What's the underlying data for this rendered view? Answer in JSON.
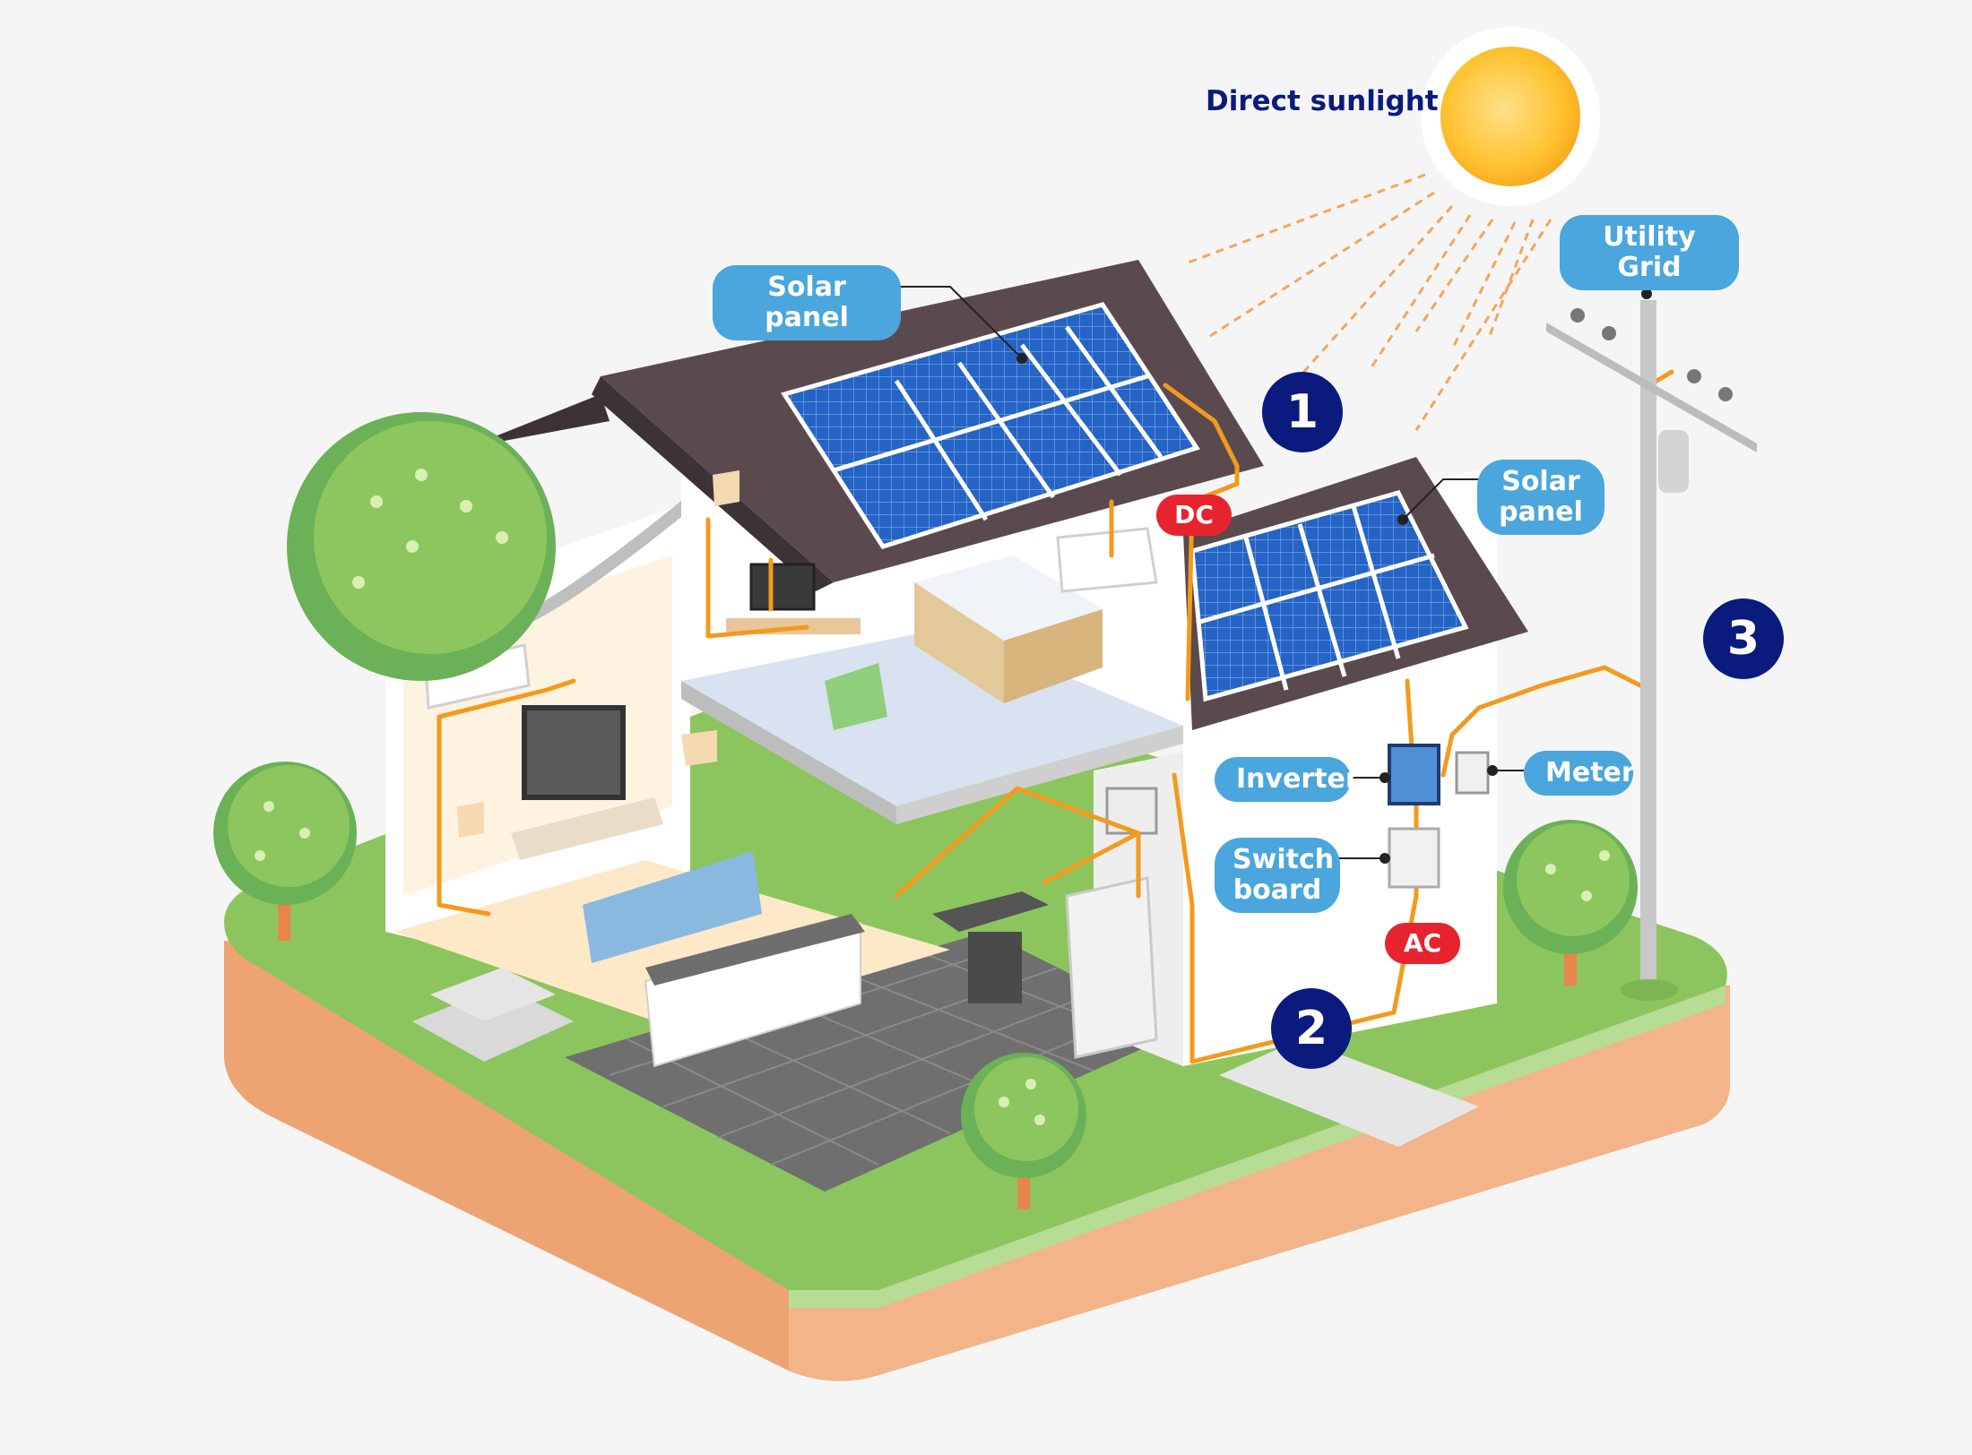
{
  "labels": {
    "direct_sunlight": "Direct sunlight",
    "solar_panel_main": "Solar panel",
    "solar_panel_second": "Solar\npanel",
    "utility_grid": "Utility Grid",
    "inverter": "Inverter",
    "meter": "Meter",
    "switch_board": "Switch\nboard",
    "dc": "DC",
    "ac": "AC"
  },
  "steps": [
    "1",
    "2",
    "3"
  ],
  "colors": {
    "label_fill": "#4aa6dc",
    "step_fill": "#0a1a7d",
    "current_tag": "#e7242d",
    "wire": "#f39a1e",
    "grass": "#8cc55d",
    "soil": "#eea373",
    "panel": "#1f5fbf",
    "roof": "#5a4a4e"
  }
}
